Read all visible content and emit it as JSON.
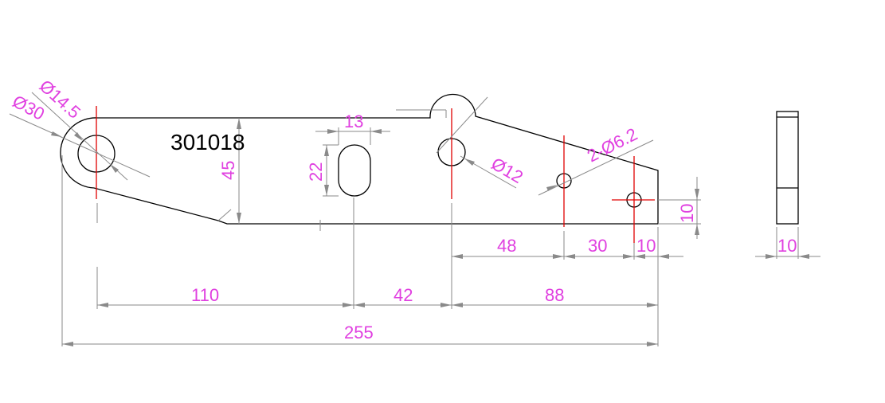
{
  "part_number": "301018",
  "colors": {
    "outline": "#000000",
    "dimension_line": "#8a8a8a",
    "dimension_text": "#e040e0",
    "center_line": "#e00000",
    "background": "#ffffff"
  },
  "dimensions": {
    "dia_30": "Ø30",
    "dia_14_5": "Ø14.5",
    "dia_12": "Ø12",
    "holes_6_2": "2-Ø6.2",
    "slot_width": "13",
    "slot_height": "22",
    "height_45": "45",
    "len_110": "110",
    "len_42": "42",
    "len_88": "88",
    "len_255": "255",
    "len_48": "48",
    "len_30": "30",
    "len_10_right": "10",
    "len_10_vertical": "10",
    "thickness_10": "10"
  }
}
